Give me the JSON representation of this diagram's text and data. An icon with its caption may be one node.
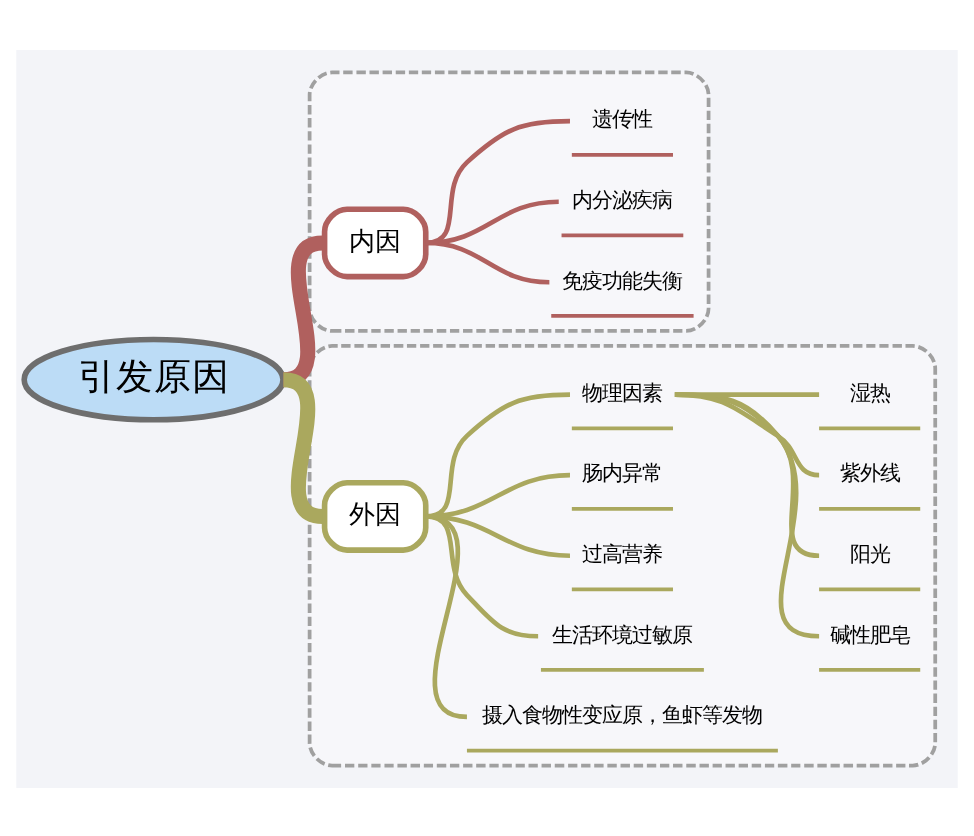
{
  "diagram": {
    "nodes": [
      {
        "text": [
          "引发原因"
        ]
      },
      {
        "text": [],
        "shape": "box"
      },
      {
        "text": [
          "内因"
        ],
        "in": 1
      },
      {
        "text": [
          "免疫功能失衡"
        ],
        "in": 1
      },
      {
        "text": [
          "内分泌疾病"
        ],
        "in": 1
      },
      {
        "text": [
          "遗传性"
        ],
        "in": 1
      },
      {
        "text": [],
        "shape": "box"
      },
      {
        "text": [
          "外因"
        ],
        "in": 6
      },
      {
        "text": [
          "摄入食物性变应原，鱼虾等发物"
        ],
        "in": 6
      },
      {
        "text": [
          "生活环境过敏原"
        ],
        "in": 6
      },
      {
        "text": [
          "过高营养"
        ],
        "in": 6
      },
      {
        "text": [
          "肠内异常"
        ],
        "in": 6
      },
      {
        "text": [
          "物理因素"
        ],
        "in": 6
      },
      {
        "text": [
          "碱性肥皂"
        ],
        "in": 6
      },
      {
        "text": [
          "阳光"
        ],
        "in": 6
      },
      {
        "text": [
          "紫外线"
        ],
        "in": 6
      },
      {
        "text": [
          "湿热"
        ],
        "in": 6
      }
    ],
    "edges": [
      {
        "from": 0,
        "to": 2,
        "arrow": "none",
        "style": "thick",
        "color": "#b0605e"
      },
      {
        "from": 2,
        "to": 3,
        "arrow": "none",
        "color": "#b0605e"
      },
      {
        "from": 2,
        "to": 4,
        "arrow": "none",
        "color": "#b0605e"
      },
      {
        "from": 2,
        "to": 5,
        "arrow": "none",
        "color": "#b0605e"
      },
      {
        "from": 0,
        "to": 7,
        "arrow": "none",
        "style": "thick",
        "color": "#aaa85e"
      },
      {
        "from": 7,
        "to": 8,
        "arrow": "none",
        "color": "#aaa85e"
      },
      {
        "from": 7,
        "to": 9,
        "arrow": "none",
        "color": "#aaa85e"
      },
      {
        "from": 7,
        "to": 10,
        "arrow": "none",
        "color": "#aaa85e"
      },
      {
        "from": 7,
        "to": 11,
        "arrow": "none",
        "color": "#aaa85e"
      },
      {
        "from": 7,
        "to": 12,
        "arrow": "none",
        "color": "#aaa85e"
      },
      {
        "from": 12,
        "to": 13,
        "arrow": "none",
        "color": "#aaa85e"
      },
      {
        "from": 12,
        "to": 14,
        "arrow": "none",
        "color": "#aaa85e"
      },
      {
        "from": 12,
        "to": 15,
        "arrow": "none",
        "color": "#aaa85e"
      },
      {
        "from": 12,
        "to": 16,
        "arrow": "none",
        "color": "#aaa85e"
      }
    ]
  }
}
